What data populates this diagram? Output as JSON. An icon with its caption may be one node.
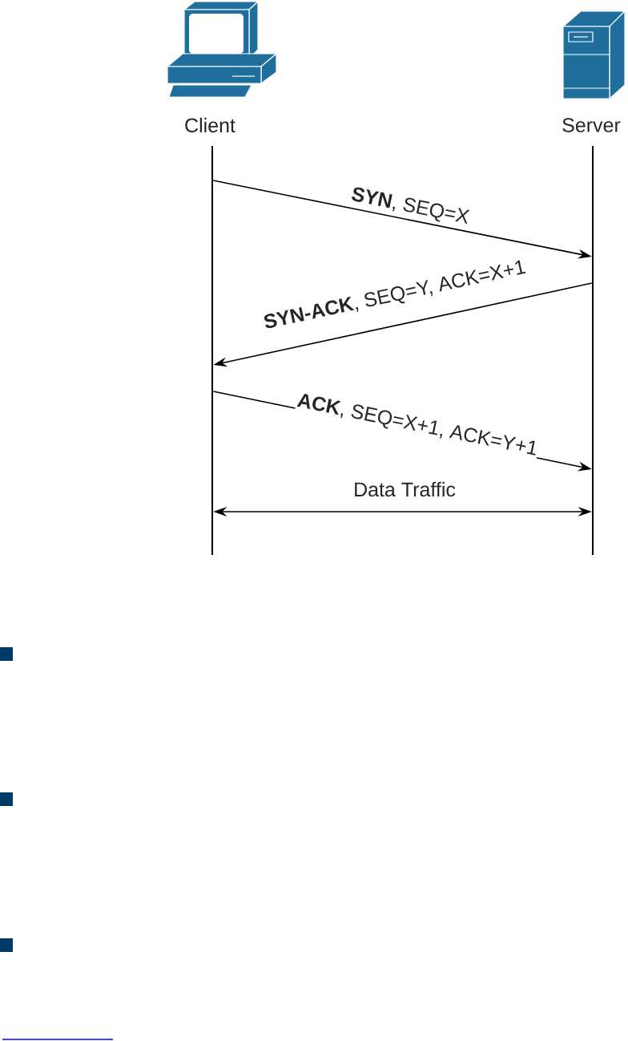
{
  "diagram": {
    "nodes": [
      {
        "text": [
          "Client"
        ]
      },
      {
        "text": [
          "Server"
        ]
      },
      {
        "text": [],
        "shape": "bar"
      },
      {
        "text": [],
        "shape": "bar"
      }
    ],
    "edges": [
      {
        "from": 2,
        "to": 3,
        "arrow": "to",
        "label": "**SYN**, SEQ=X"
      },
      {
        "from": 3,
        "to": 2,
        "arrow": "to",
        "label": "**SYN-ACK**, SEQ=Y, ACK=X+1"
      },
      {
        "from": 2,
        "to": 3,
        "arrow": "to",
        "label": "**ACK**, SEQ=X+1, ACK=Y+1"
      },
      {
        "from": 2,
        "to": 3,
        "arrow": "both",
        "label": "Data Traffic"
      }
    ]
  }
}
